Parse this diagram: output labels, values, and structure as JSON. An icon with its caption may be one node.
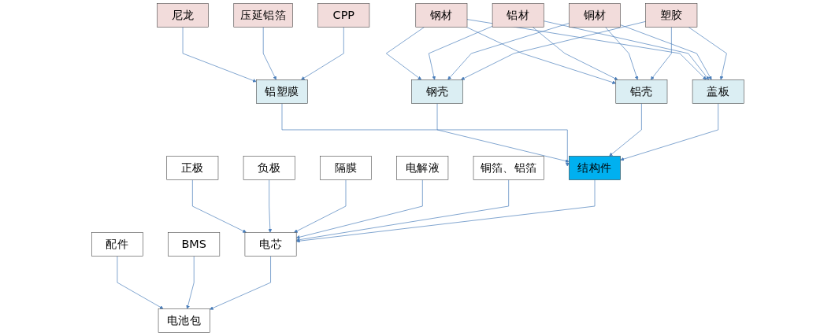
{
  "diagram": {
    "nodes": [
      {
        "text": [
          "尼龙"
        ]
      },
      {
        "text": [
          "压延铝箔"
        ]
      },
      {
        "text": [
          "CPP"
        ]
      },
      {
        "text": [
          "铝塑膜"
        ]
      },
      {
        "text": [
          "钢材"
        ]
      },
      {
        "text": [
          "铝材"
        ]
      },
      {
        "text": [
          "铜材"
        ]
      },
      {
        "text": [
          "塑胶"
        ]
      },
      {
        "text": [
          "钢壳"
        ]
      },
      {
        "text": [
          "铝壳"
        ]
      },
      {
        "text": [
          "盖板"
        ]
      },
      {
        "text": [
          "正极"
        ]
      },
      {
        "text": [
          "负极"
        ]
      },
      {
        "text": [
          "隔膜"
        ]
      },
      {
        "text": [
          "电解液"
        ]
      },
      {
        "text": [
          "铜箔、铝箔"
        ]
      },
      {
        "text": [
          "结构件"
        ]
      },
      {
        "text": [
          "配件"
        ]
      },
      {
        "text": [
          "BMS"
        ]
      },
      {
        "text": [
          "电芯"
        ]
      },
      {
        "text": [
          "电池包"
        ]
      }
    ],
    "edges": [
      {
        "from": 0,
        "to": 3,
        "arrow": "to"
      },
      {
        "from": 1,
        "to": 3,
        "arrow": "to"
      },
      {
        "from": 2,
        "to": 3,
        "arrow": "to"
      },
      {
        "from": 4,
        "to": 8,
        "arrow": "to"
      },
      {
        "from": 4,
        "to": 9,
        "arrow": "to"
      },
      {
        "from": 4,
        "to": 10,
        "arrow": "to"
      },
      {
        "from": 5,
        "to": 8,
        "arrow": "to"
      },
      {
        "from": 5,
        "to": 9,
        "arrow": "to"
      },
      {
        "from": 5,
        "to": 10,
        "arrow": "to"
      },
      {
        "from": 6,
        "to": 8,
        "arrow": "to"
      },
      {
        "from": 6,
        "to": 9,
        "arrow": "to"
      },
      {
        "from": 6,
        "to": 10,
        "arrow": "to"
      },
      {
        "from": 7,
        "to": 8,
        "arrow": "to"
      },
      {
        "from": 7,
        "to": 9,
        "arrow": "to"
      },
      {
        "from": 7,
        "to": 10,
        "arrow": "to"
      },
      {
        "from": 3,
        "to": 16,
        "arrow": "to"
      },
      {
        "from": 8,
        "to": 16,
        "arrow": "to"
      },
      {
        "from": 9,
        "to": 16,
        "arrow": "to"
      },
      {
        "from": 10,
        "to": 16,
        "arrow": "to"
      },
      {
        "from": 11,
        "to": 19,
        "arrow": "to"
      },
      {
        "from": 12,
        "to": 19,
        "arrow": "to"
      },
      {
        "from": 13,
        "to": 19,
        "arrow": "to"
      },
      {
        "from": 14,
        "to": 19,
        "arrow": "to"
      },
      {
        "from": 15,
        "to": 19,
        "arrow": "to"
      },
      {
        "from": 16,
        "to": 19,
        "arrow": "to"
      },
      {
        "from": 17,
        "to": 20,
        "arrow": "to"
      },
      {
        "from": 18,
        "to": 20,
        "arrow": "to"
      },
      {
        "from": 19,
        "to": 20,
        "arrow": "to"
      }
    ]
  }
}
